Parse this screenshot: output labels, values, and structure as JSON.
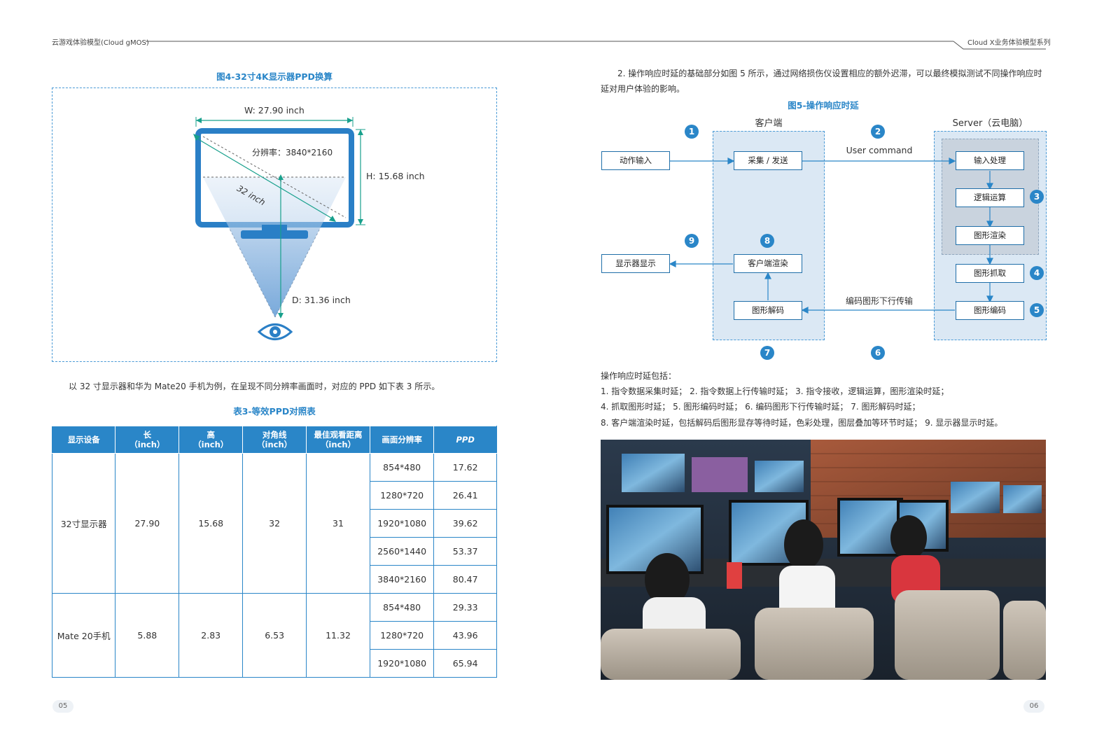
{
  "header": {
    "left_title": "云游戏体验模型(Cloud gMOS)",
    "right_title": "Cloud X业务体验模型系列"
  },
  "left": {
    "figure4_caption": "图4-32寸4K显示器PPD换算",
    "monitor": {
      "width_label": "W: 27.90 inch",
      "height_label": "H: 15.68 inch",
      "resolution_label": "分辨率：3840*2160",
      "diagonal_label": "32 inch",
      "distance_label": "D: 31.36 inch"
    },
    "intro_text": "以 32 寸显示器和华为 Mate20 手机为例，在呈现不同分辨率画面时，对应的 PPD 如下表 3 所示。",
    "table_caption": "表3-等效PPD对照表",
    "table": {
      "headers": [
        {
          "line1": "显示设备",
          "line2": ""
        },
        {
          "line1": "长",
          "line2": "（inch）"
        },
        {
          "line1": "高",
          "line2": "（inch）"
        },
        {
          "line1": "对角线",
          "line2": "（inch）"
        },
        {
          "line1": "最佳观看距离",
          "line2": "（inch）"
        },
        {
          "line1": "画面分辨率",
          "line2": ""
        },
        {
          "line1": "PPD",
          "line2": ""
        }
      ],
      "groups": [
        {
          "device": "32寸显示器",
          "length": "27.90",
          "height": "15.68",
          "diagonal": "32",
          "distance": "31",
          "rows": [
            {
              "res": "854*480",
              "ppd": "17.62"
            },
            {
              "res": "1280*720",
              "ppd": "26.41"
            },
            {
              "res": "1920*1080",
              "ppd": "39.62"
            },
            {
              "res": "2560*1440",
              "ppd": "53.37"
            },
            {
              "res": "3840*2160",
              "ppd": "80.47"
            }
          ]
        },
        {
          "device": "Mate 20手机",
          "length": "5.88",
          "height": "2.83",
          "diagonal": "6.53",
          "distance": "11.32",
          "rows": [
            {
              "res": "854*480",
              "ppd": "29.33"
            },
            {
              "res": "1280*720",
              "ppd": "43.96"
            },
            {
              "res": "1920*1080",
              "ppd": "65.94"
            }
          ]
        }
      ]
    },
    "page_number": "05"
  },
  "right": {
    "intro_text": "2. 操作响应时延的基础部分如图 5 所示，通过网络损伤仪设置相应的额外迟滞，可以最终模拟测试不同操作响应时延对用户体验的影响。",
    "figure5_caption": "图5-操作响应时延",
    "diagram": {
      "client_title": "客户端",
      "server_title": "Server（云电脑）",
      "user_command": "User command",
      "downlink": "编码图形下行传输",
      "action_input": "动作输入",
      "collect_send": "采集 / 发送",
      "display_show": "显示器显示",
      "client_render": "客户端渲染",
      "graphic_decode": "图形解码",
      "input_process": "输入处理",
      "logic_compute": "逻辑运算",
      "graphic_render": "图形渲染",
      "graphic_capture": "图形抓取",
      "graphic_encode": "图形编码",
      "n1": "1",
      "n2": "2",
      "n3": "3",
      "n4": "4",
      "n5": "5",
      "n6": "6",
      "n7": "7",
      "n8": "8",
      "n9": "9"
    },
    "latency_heading": "操作响应时延包括：",
    "latency_line1": "1. 指令数据采集时延；  2. 指令数据上行传输时延；  3. 指令接收，逻辑运算，图形渲染时延；",
    "latency_line2": "4. 抓取图形时延；  5. 图形编码时延；  6. 编码图形下行传输时延；  7. 图形解码时延；",
    "latency_line3": "8. 客户端渲染时延，包括解码后图形显存等待时延，色彩处理，图层叠加等环节时延；  9. 显示器显示时延。",
    "page_number": "06"
  }
}
